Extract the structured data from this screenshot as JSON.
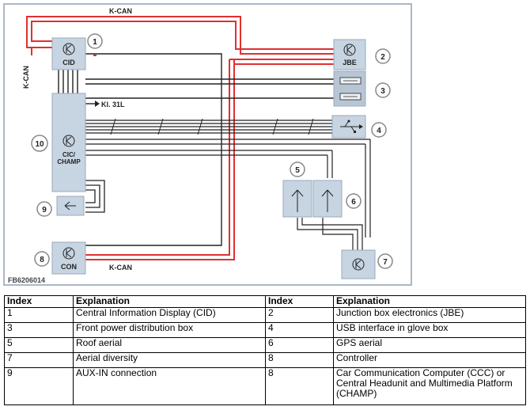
{
  "diagram": {
    "bus_labels": {
      "kcan_top": "K-CAN",
      "kcan_left": "K-CAN",
      "kcan_bottom": "K-CAN"
    },
    "terminal_label": "Kl. 31L",
    "figure_code": "FB6206014",
    "components": {
      "cid": "CID",
      "jbe": "JBE",
      "cic": "CIC/\nCHAMP",
      "cic_line1": "CIC/",
      "cic_line2": "CHAMP",
      "con": "CON"
    },
    "callouts": [
      "1",
      "2",
      "3",
      "4",
      "5",
      "6",
      "7",
      "8",
      "9",
      "10"
    ]
  },
  "legend": {
    "headers": [
      "Index",
      "Explanation",
      "Index",
      "Explanation"
    ],
    "rows": [
      {
        "i1": "1",
        "e1": "Central Information Display (CID)",
        "i2": "2",
        "e2": "Junction box electronics (JBE)"
      },
      {
        "i1": "3",
        "e1": "Front power distribution box",
        "i2": "4",
        "e2": "USB interface in glove box"
      },
      {
        "i1": "5",
        "e1": "Roof aerial",
        "i2": "6",
        "e2": "GPS aerial"
      },
      {
        "i1": "7",
        "e1": "Aerial diversity",
        "i2": "8",
        "e2": "Controller"
      },
      {
        "i1": "9",
        "e1": "AUX-IN connection",
        "i2": "8",
        "e2": "Car Communication Computer (CCC) or Central Headunit and Multimedia Platform (CHAMP)"
      }
    ]
  }
}
